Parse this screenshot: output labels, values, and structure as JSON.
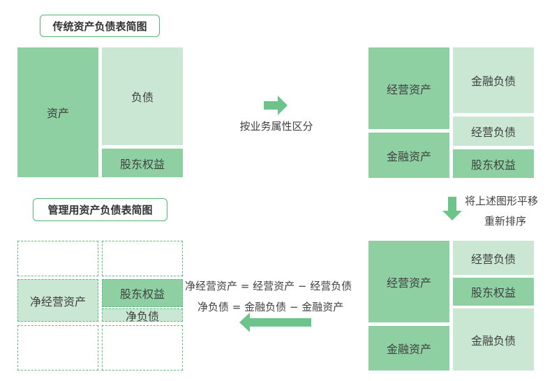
{
  "section1": {
    "title": "传统资产负债表简图",
    "asset": "资产",
    "liability": "负债",
    "equity": "股东权益"
  },
  "arrow1": {
    "label": "按业务属性区分"
  },
  "section2": {
    "operating_asset": "经营资产",
    "financial_asset": "金融资产",
    "financial_liability": "金融负债",
    "operating_liability": "经营负债",
    "equity": "股东权益"
  },
  "arrow2": {
    "line1": "将上述图形平移",
    "line2": "重新排序"
  },
  "section3": {
    "operating_asset": "经营资产",
    "financial_asset": "金融资产",
    "operating_liability": "经营负债",
    "equity": "股东权益",
    "financial_liability": "金融负债"
  },
  "formulas": {
    "line1": "净经营资产 = 经营资产 − 经营负债",
    "line2": "净负债 = 金融负债 − 金融资产"
  },
  "section4": {
    "title": "管理用资产负债表简图",
    "net_operating_asset": "净经营资产",
    "equity": "股东权益",
    "net_debt": "净负债"
  },
  "colors": {
    "dark_green": "#8fd0a3",
    "light_green": "#c9e7d2",
    "arrow_green": "#6cc48a",
    "border_green": "#52b874"
  }
}
